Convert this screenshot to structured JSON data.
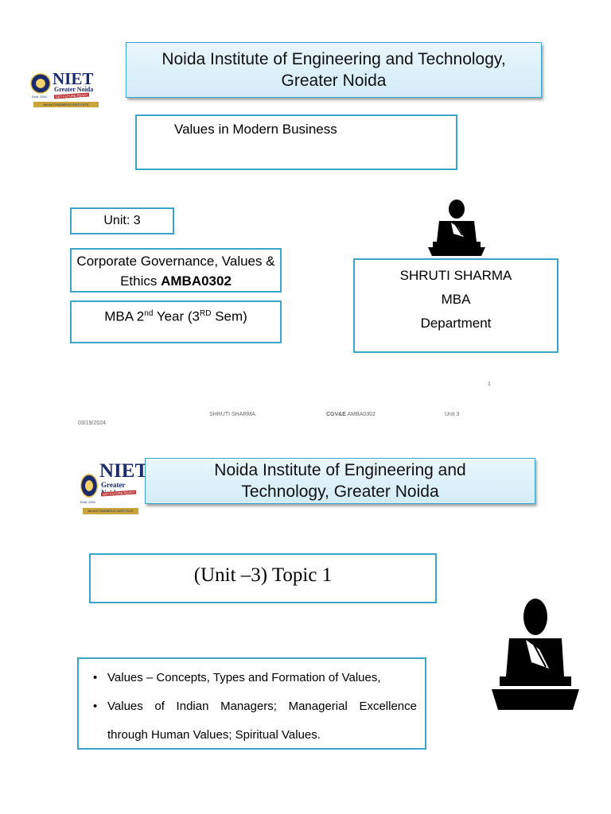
{
  "slide1": {
    "logo": {
      "brand": "NIET",
      "sub": "Greater Noida",
      "badge": "GET FUTURE READY",
      "tagline": "AN AUTONOMOUS INSTITUTE",
      "year": "Estd. 2001"
    },
    "institute_title": "Noida Institute of Engineering and Technology, Greater Noida",
    "course_title": "Values in Modern Business",
    "unit_label": "Unit: 3",
    "subject_prefix": "Corporate Governance, Values & Ethics",
    "subject_code": "AMBA0302",
    "year_text_a": "MBA 2",
    "year_sup_a": "nd",
    "year_text_b": " Year (3",
    "year_sup_b": "RD",
    "year_text_c": " Sem)",
    "faculty": {
      "name": "SHRUTI SHARMA",
      "degree": "MBA",
      "department": "Department"
    },
    "page_number": "1",
    "footer": {
      "date": "03/19/2024",
      "author": "SHRUTI SHARMA",
      "course_bold": "CGV&E",
      "course_code": "AMBA0302",
      "unit": "Unit 3"
    }
  },
  "slide2": {
    "logo": {
      "brand": "NIET",
      "sub": "Greater Noida",
      "badge": "GET FUTURE READY",
      "tagline": "AN AUTONOMOUS INSTITUTE",
      "year": "Estd. 2001"
    },
    "institute_title": "Noida Institute of Engineering and Technology, Greater Noida",
    "topic_title": "(Unit –3) Topic 1",
    "bullets": [
      "Values – Concepts, Types and Formation of Values,",
      "Values of Indian Managers; Managerial Excellence through Human Values; Spiritual Values."
    ]
  },
  "colors": {
    "border": "#3aa5c8",
    "title_bg": "#d3ecf8",
    "logo_navy": "#1b2a6b",
    "logo_gold": "#c8a43a"
  }
}
